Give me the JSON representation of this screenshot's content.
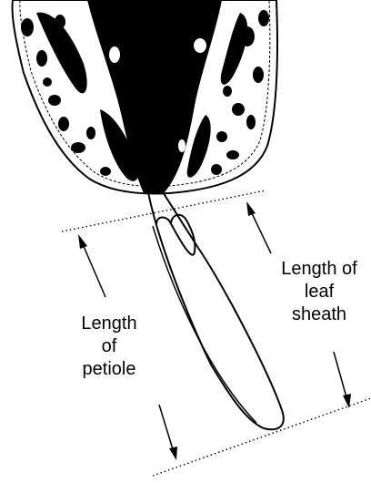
{
  "diagram": {
    "labels": {
      "petiole": [
        "Length",
        "of",
        "petiole"
      ],
      "sheath": [
        "Length of",
        "leaf",
        "sheath"
      ]
    },
    "colors": {
      "ink": "#000000",
      "background": "#ffffff"
    }
  }
}
